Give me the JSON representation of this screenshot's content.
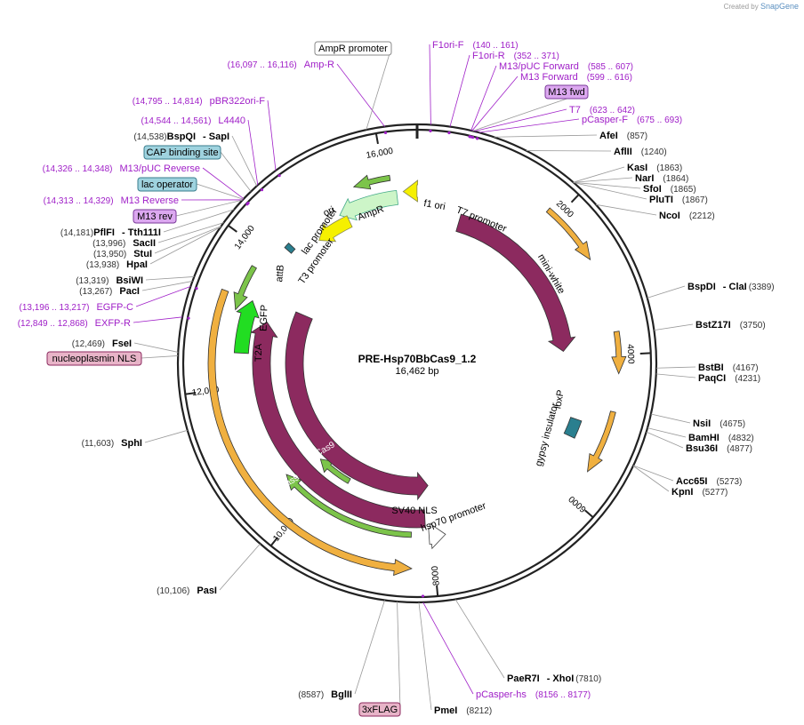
{
  "credit": {
    "prefix": "Created by",
    "brand": "SnapGene"
  },
  "title": {
    "name": "PRE-Hsp70BbCas9_1.2",
    "size": "16,462 bp"
  },
  "colors": {
    "magenta": "#8c2a5f",
    "orange": "#f0b040",
    "green": "#7cc44a",
    "teal": "#2a7f8f",
    "yellow": "#f5f000",
    "brightgreen": "#22dd22",
    "primer": "#a020c8"
  },
  "ticks": [
    "2000",
    "4000",
    "6000",
    "8000",
    "10,000",
    "12,000",
    "14,000",
    "16,000"
  ],
  "features": [
    {
      "id": "ampr",
      "label": "AmpR"
    },
    {
      "id": "ori",
      "label": "ori"
    },
    {
      "id": "f1ori",
      "label": "f1 ori"
    },
    {
      "id": "t7prom",
      "label": "T7 promoter"
    },
    {
      "id": "lacprom",
      "label": "lac promoter"
    },
    {
      "id": "t3prom",
      "label": "T3 promoter"
    },
    {
      "id": "attb",
      "label": "attB"
    },
    {
      "id": "miniwhite",
      "label": "mini-white"
    },
    {
      "id": "loxp",
      "label": "loxP"
    },
    {
      "id": "gypsy",
      "label": "gypsy insulator"
    },
    {
      "id": "egfp",
      "label": "EGFP"
    },
    {
      "id": "t2a",
      "label": "T2A"
    },
    {
      "id": "cas9a",
      "label": "Cas9"
    },
    {
      "id": "cas9b",
      "label": "Cas9"
    },
    {
      "id": "sv40",
      "label": "SV40 NLS"
    },
    {
      "id": "hsp70",
      "label": "hsp70 promoter"
    }
  ],
  "left_labels": [
    {
      "id": "l1",
      "pos": "(16,097 .. 16,116)",
      "name": "Amp-R",
      "kind": "primer"
    },
    {
      "id": "l2",
      "pos": "(14,795 .. 14,814)",
      "name": "pBR322ori-F",
      "kind": "primer"
    },
    {
      "id": "l3",
      "pos": "(14,544 .. 14,561)",
      "name": "L4440",
      "kind": "primer"
    },
    {
      "id": "l4",
      "pos": "(14,538)",
      "name": "BspQI",
      "name2": "SapI",
      "kind": "enzyme"
    },
    {
      "id": "l5",
      "pos": "(14,326 .. 14,348)",
      "name": "M13/pUC Reverse",
      "kind": "primer"
    },
    {
      "id": "l6",
      "pos": "(14,313 .. 14,329)",
      "name": "M13 Reverse",
      "kind": "primer"
    },
    {
      "id": "l7",
      "pos": "(14,181)",
      "name": "PflFI",
      "name2": "Tth111I",
      "kind": "enzyme"
    },
    {
      "id": "l8",
      "pos": "(13,996)",
      "name": "SacII",
      "kind": "enzyme"
    },
    {
      "id": "l9",
      "pos": "(13,950)",
      "name": "StuI",
      "kind": "enzyme"
    },
    {
      "id": "l10",
      "pos": "(13,938)",
      "name": "HpaI",
      "kind": "enzyme"
    },
    {
      "id": "l11",
      "pos": "(13,319)",
      "name": "BsiWI",
      "kind": "enzyme"
    },
    {
      "id": "l12",
      "pos": "(13,267)",
      "name": "PacI",
      "kind": "enzyme"
    },
    {
      "id": "l13",
      "pos": "(13,196 .. 13,217)",
      "name": "EGFP-C",
      "kind": "primer"
    },
    {
      "id": "l14",
      "pos": "(12,849 .. 12,868)",
      "name": "EXFP-R",
      "kind": "primer"
    },
    {
      "id": "l15",
      "pos": "(12,469)",
      "name": "FseI",
      "kind": "enzyme"
    },
    {
      "id": "l16",
      "pos": "(11,603)",
      "name": "SphI",
      "kind": "enzyme"
    },
    {
      "id": "l17",
      "pos": "(10,106)",
      "name": "PasI",
      "kind": "enzyme"
    },
    {
      "id": "l18",
      "pos": "(8587)",
      "name": "BglII",
      "kind": "enzyme"
    }
  ],
  "right_labels": [
    {
      "id": "r1",
      "name": "F1ori-F",
      "pos": "(140 .. 161)",
      "kind": "primer"
    },
    {
      "id": "r2",
      "name": "F1ori-R",
      "pos": "(352 .. 371)",
      "kind": "primer"
    },
    {
      "id": "r3",
      "name": "M13/pUC Forward",
      "pos": "(585 .. 607)",
      "kind": "primer"
    },
    {
      "id": "r4",
      "name": "M13 Forward",
      "pos": "(599 .. 616)",
      "kind": "primer"
    },
    {
      "id": "r5",
      "name": "T7",
      "pos": "(623 .. 642)",
      "kind": "primer"
    },
    {
      "id": "r6",
      "name": "pCasper-F",
      "pos": "(675 .. 693)",
      "kind": "primer"
    },
    {
      "id": "r7",
      "name": "AfeI",
      "pos": "(857)",
      "kind": "enzyme"
    },
    {
      "id": "r8",
      "name": "AflII",
      "pos": "(1240)",
      "kind": "enzyme"
    },
    {
      "id": "r9",
      "name": "KasI",
      "pos": "(1863)",
      "kind": "enzyme"
    },
    {
      "id": "r10",
      "name": "NarI",
      "pos": "(1864)",
      "kind": "enzyme"
    },
    {
      "id": "r11",
      "name": "SfoI",
      "pos": "(1865)",
      "kind": "enzyme"
    },
    {
      "id": "r12",
      "name": "PluTI",
      "pos": "(1867)",
      "kind": "enzyme"
    },
    {
      "id": "r13",
      "name": "NcoI",
      "pos": "(2212)",
      "kind": "enzyme"
    },
    {
      "id": "r14",
      "name": "BspDI",
      "name2": "ClaI",
      "pos": "(3389)",
      "kind": "enzyme"
    },
    {
      "id": "r15",
      "name": "BstZ17I",
      "pos": "(3750)",
      "kind": "enzyme"
    },
    {
      "id": "r16",
      "name": "BstBI",
      "pos": "(4167)",
      "kind": "enzyme"
    },
    {
      "id": "r17",
      "name": "PaqCI",
      "pos": "(4231)",
      "kind": "enzyme"
    },
    {
      "id": "r18",
      "name": "NsiI",
      "pos": "(4675)",
      "kind": "enzyme"
    },
    {
      "id": "r19",
      "name": "BamHI",
      "pos": "(4832)",
      "kind": "enzyme"
    },
    {
      "id": "r20",
      "name": "Bsu36I",
      "pos": "(4877)",
      "kind": "enzyme"
    },
    {
      "id": "r21",
      "name": "Acc65I",
      "pos": "(5273)",
      "kind": "enzyme"
    },
    {
      "id": "r22",
      "name": "KpnI",
      "pos": "(5277)",
      "kind": "enzyme"
    },
    {
      "id": "r23",
      "name": "PaeR7I",
      "name2": "XhoI",
      "pos": "(7810)",
      "kind": "enzyme"
    },
    {
      "id": "r24",
      "name": "pCasper-hs",
      "pos": "(8156 .. 8177)",
      "kind": "primer"
    },
    {
      "id": "r25",
      "name": "PmeI",
      "pos": "(8212)",
      "kind": "enzyme"
    }
  ],
  "boxed": {
    "amp_promoter": "AmpR promoter",
    "m13_fwd": "M13 fwd",
    "cap": "CAP binding site",
    "lac_operator": "lac operator",
    "m13_rev": "M13 rev",
    "nls": "nucleoplasmin NLS",
    "flag": "3xFLAG"
  }
}
